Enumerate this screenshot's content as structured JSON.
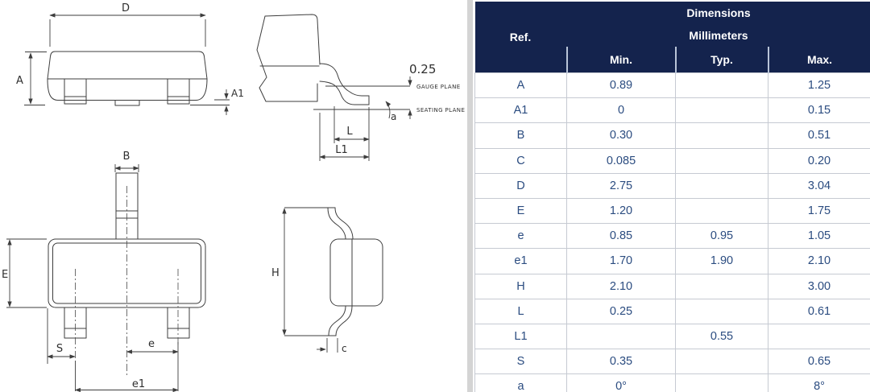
{
  "table": {
    "ref_header": "Ref.",
    "group_header": "Dimensions",
    "unit_header": "Millimeters",
    "columns": [
      "Min.",
      "Typ.",
      "Max."
    ],
    "rows": [
      {
        "ref": "A",
        "min": "0.89",
        "typ": "",
        "max": "1.25"
      },
      {
        "ref": "A1",
        "min": "0",
        "typ": "",
        "max": "0.15"
      },
      {
        "ref": "B",
        "min": "0.30",
        "typ": "",
        "max": "0.51"
      },
      {
        "ref": "C",
        "min": "0.085",
        "typ": "",
        "max": "0.20"
      },
      {
        "ref": "D",
        "min": "2.75",
        "typ": "",
        "max": "3.04"
      },
      {
        "ref": "E",
        "min": "1.20",
        "typ": "",
        "max": "1.75"
      },
      {
        "ref": "e",
        "min": "0.85",
        "typ": "0.95",
        "max": "1.05"
      },
      {
        "ref": "e1",
        "min": "1.70",
        "typ": "1.90",
        "max": "2.10"
      },
      {
        "ref": "H",
        "min": "2.10",
        "typ": "",
        "max": "3.00"
      },
      {
        "ref": "L",
        "min": "0.25",
        "typ": "",
        "max": "0.61"
      },
      {
        "ref": "L1",
        "min": "",
        "typ": "0.55",
        "max": ""
      },
      {
        "ref": "S",
        "min": "0.35",
        "typ": "",
        "max": "0.65"
      },
      {
        "ref": "a",
        "min": "0°",
        "typ": "",
        "max": "8°"
      }
    ],
    "colors": {
      "header_bg": "#14234d",
      "header_text": "#ffffff",
      "cell_text": "#2b4c80",
      "grid_border": "#c6cad2",
      "header_divider": "#b9c4d8"
    }
  },
  "drawings": {
    "line_color": "#3d3d3d",
    "front_view": {
      "dim_d": "D",
      "dim_a": "A",
      "dim_a1": "A1"
    },
    "lead_side_view": {
      "gauge_offset": "0.25",
      "gauge_plane_label": "GAUGE PLANE",
      "seating_plane_label": "SEATING PLANE",
      "dim_l": "L",
      "dim_l1": "L1",
      "dim_angle": "a"
    },
    "top_view": {
      "dim_b": "B",
      "dim_e_body": "E",
      "dim_s": "S",
      "dim_e": "e",
      "dim_e1": "e1"
    },
    "profile_view": {
      "dim_h": "H",
      "dim_c": "c"
    }
  }
}
